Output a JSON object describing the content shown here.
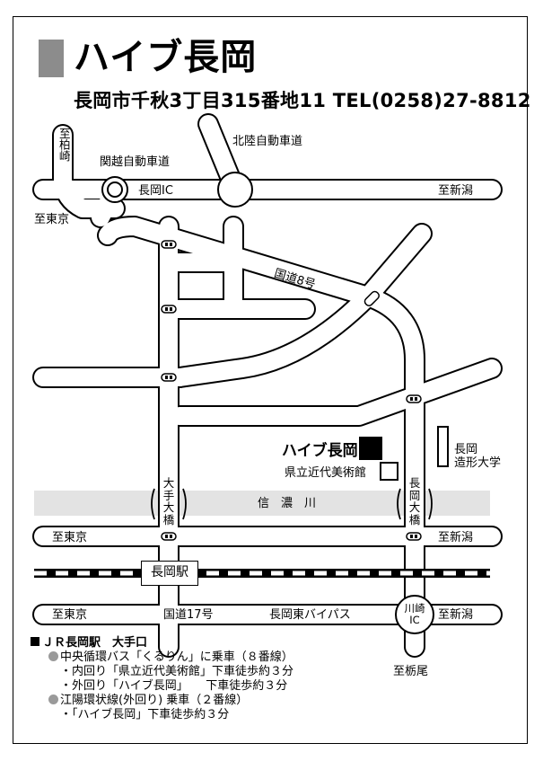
{
  "title": "ハイブ長岡",
  "address": "長岡市千秋3丁目315番地11 TEL(0258)27-8812",
  "map": {
    "to_kashiwazaki": "至柏崎",
    "kanetsu_expressway": "関越自動車道",
    "hokuriku_expressway": "北陸自動車道",
    "nagaoka_ic": "長岡IC",
    "to_niigata_top": "至新潟",
    "to_tokyo_top": "至東京",
    "route8": "国道8号",
    "hive_label": "ハイブ長岡",
    "museum": "県立近代美術館",
    "design_univ": [
      "長岡",
      "造形大学"
    ],
    "ote_bridge": [
      "大",
      "手",
      "大",
      "橋"
    ],
    "nagaoka_bridge": [
      "長",
      "岡",
      "大",
      "橋"
    ],
    "river": "信　濃　川",
    "to_tokyo_mid": "至東京",
    "to_niigata_mid": "至新潟",
    "station": "長岡駅",
    "to_tokyo_bottom": "至東京",
    "route17": "国道17号",
    "bypass": "長岡東バイパス",
    "kawasaki_ic": [
      "川崎",
      "IC"
    ],
    "to_niigata_bottom": "至新潟",
    "to_tochio": "至栃尾"
  },
  "access": {
    "heading": "ＪＲ長岡駅　大手口",
    "bus1": "中央循環バス「くるりん」に乗車（８番線）",
    "bus1_inner": "・内回り「県立近代美術館」下車徒歩約３分",
    "bus1_outer": "・外回り「ハイブ長岡」　　下車徒歩約３分",
    "bus2": "江陽環状線(外回り) 乗車（２番線）",
    "bus2_stop": "・「ハイブ長岡」下車徒歩約３分"
  }
}
